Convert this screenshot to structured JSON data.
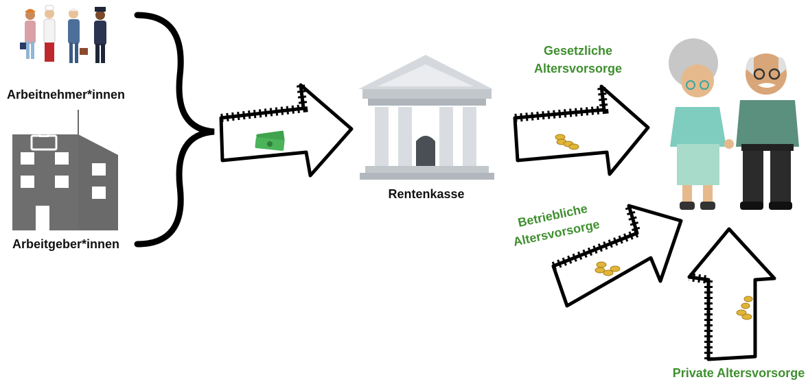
{
  "labels": {
    "employees": "Arbeitnehmer*innen",
    "employers": "Arbeitgeber*innen",
    "pension_fund": "Rentenkasse",
    "statutory_line1": "Gesetzliche",
    "statutory_line2": "Altersvorsorge",
    "occupational_line1": "Betriebliche",
    "occupational_line2": "Altersvorsorge",
    "private": "Private Altersvorsorge"
  },
  "colors": {
    "green_text": "#3f8f2f",
    "black_text": "#111111",
    "building_gray": "#6b6b6b",
    "bank_gray": "#c9ced3",
    "money_green": "#3fa34d",
    "coin_gold": "#e0b53a"
  },
  "icons": {
    "workers": "workers-group-icon",
    "office": "office-building-icon",
    "bank": "bank-building-icon",
    "money": "money-stack-icon",
    "coins": "coins-icon",
    "seniors": "elderly-couple-icon"
  }
}
